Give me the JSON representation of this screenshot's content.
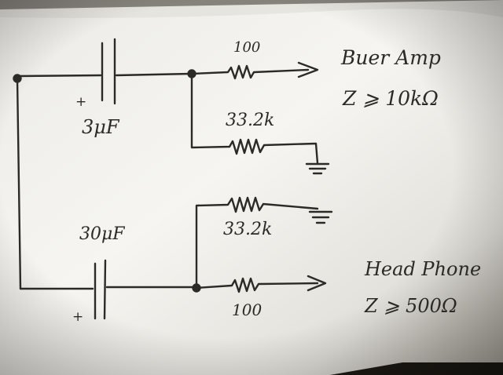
{
  "schematic": {
    "top_capacitor": "3μF",
    "top_capacitor_polarity": "+",
    "top_series_resistor": "100",
    "top_shunt_resistor": "33.2k",
    "top_output_label": "Buer Amp",
    "top_output_impedance": "Z ⩾ 10kΩ",
    "bottom_capacitor": "30μF",
    "bottom_capacitor_polarity": "+",
    "bottom_shunt_resistor": "33.2k",
    "bottom_series_resistor": "100",
    "bottom_output_label": "Head Phone",
    "bottom_output_impedance": "Z ⩾ 500Ω"
  },
  "colors": {
    "ink": "#2b2a26",
    "paper_light": "#f4f3ef",
    "paper_shadow": "#c9c5bb"
  }
}
